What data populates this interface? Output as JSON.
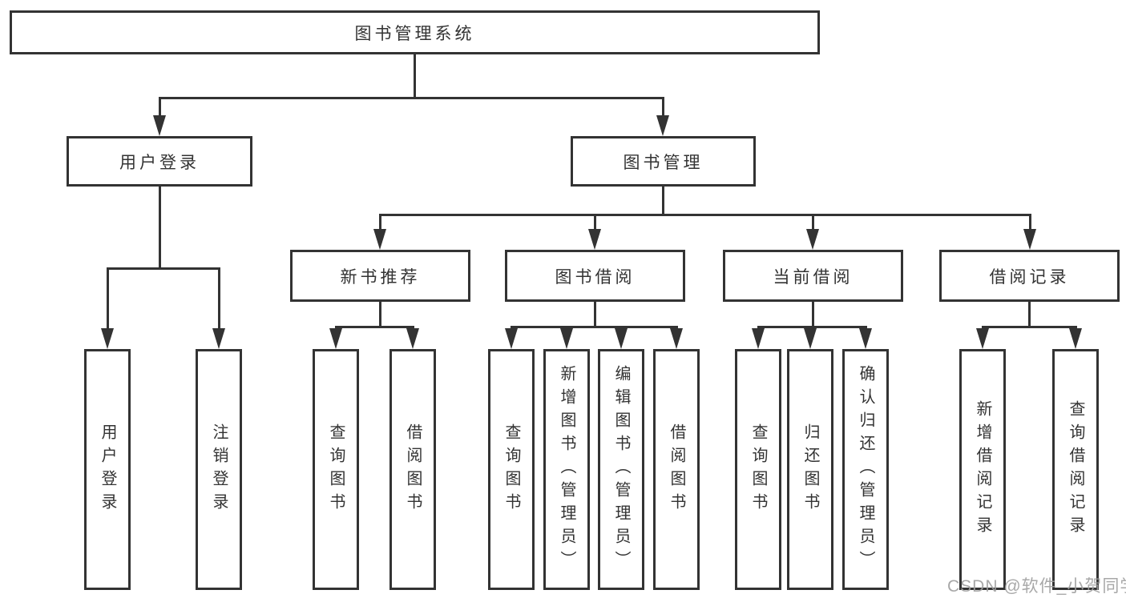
{
  "diagram": {
    "type": "hierarchy-tree",
    "orientation": "top-down",
    "tree": {
      "label": "图书管理系统",
      "children": [
        {
          "label": "用户登录",
          "children": [
            {
              "label": "用户登录"
            },
            {
              "label": "注销登录"
            }
          ]
        },
        {
          "label": "图书管理",
          "children": [
            {
              "label": "新书推荐",
              "children": [
                {
                  "label": "查询图书"
                },
                {
                  "label": "借阅图书"
                }
              ]
            },
            {
              "label": "图书借阅",
              "children": [
                {
                  "label": "查询图书"
                },
                {
                  "label": "新增图书（管理员）"
                },
                {
                  "label": "编辑图书（管理员）"
                },
                {
                  "label": "借阅图书"
                }
              ]
            },
            {
              "label": "当前借阅",
              "children": [
                {
                  "label": "查询图书"
                },
                {
                  "label": "归还图书"
                },
                {
                  "label": "确认归还（管理员）"
                }
              ]
            },
            {
              "label": "借阅记录",
              "children": [
                {
                  "label": "新增借阅记录"
                },
                {
                  "label": "查询借阅记录"
                }
              ]
            }
          ]
        }
      ]
    }
  },
  "watermark": {
    "text": "CSDN @软件_小贺同学"
  },
  "colors": {
    "line": "#333333",
    "box_border": "#333333",
    "text": "#333333",
    "background": "#ffffff",
    "watermark": "#9e9e9e"
  }
}
